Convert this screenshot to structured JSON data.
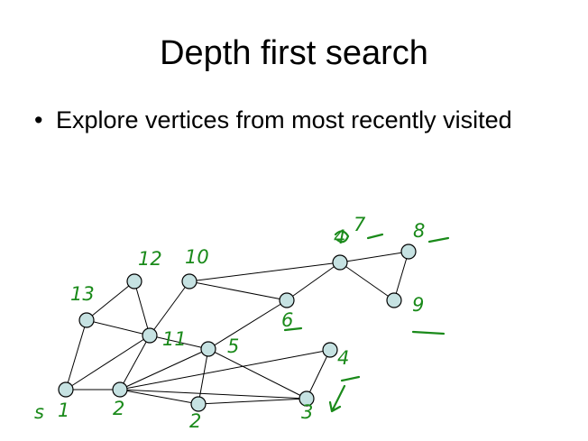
{
  "slide": {
    "title": "Depth first search",
    "bullet": "Explore vertices from most recently visited"
  },
  "colors": {
    "node_fill": "#c6e2e2",
    "ink": "#1a8a1a"
  },
  "graph": {
    "nodes": [
      "s",
      "n2",
      "n2b",
      "n3",
      "n4",
      "n5",
      "n6",
      "n7",
      "n8",
      "n9",
      "n10",
      "n11",
      "n12",
      "n13"
    ],
    "edges": [
      [
        "s",
        "n13"
      ],
      [
        "s",
        "n11"
      ],
      [
        "s",
        "n2"
      ],
      [
        "n13",
        "n12"
      ],
      [
        "n13",
        "n11"
      ],
      [
        "n12",
        "n11"
      ],
      [
        "n10",
        "n11"
      ],
      [
        "n10",
        "n6"
      ],
      [
        "n10",
        "n7"
      ],
      [
        "n11",
        "n2"
      ],
      [
        "n11",
        "n5"
      ],
      [
        "n2",
        "n5"
      ],
      [
        "n2",
        "n2b"
      ],
      [
        "n2",
        "n3"
      ],
      [
        "n2",
        "n4"
      ],
      [
        "n5",
        "n6"
      ],
      [
        "n5",
        "n2b"
      ],
      [
        "n5",
        "n3"
      ],
      [
        "n6",
        "n7"
      ],
      [
        "n7",
        "n8"
      ],
      [
        "n7",
        "n9"
      ],
      [
        "n8",
        "n9"
      ],
      [
        "n2b",
        "n3"
      ],
      [
        "n3",
        "n4"
      ]
    ]
  },
  "annotations": {
    "s": "s",
    "s_order": "1",
    "n2": "2",
    "n2b": "2",
    "n3": "3",
    "n4": "4",
    "n5": "5",
    "n6": "6",
    "n7_order": "4",
    "n7": "7",
    "n8": "8",
    "n9": "9",
    "n10": "10",
    "n11": "11",
    "n12": "12",
    "n13": "13"
  }
}
